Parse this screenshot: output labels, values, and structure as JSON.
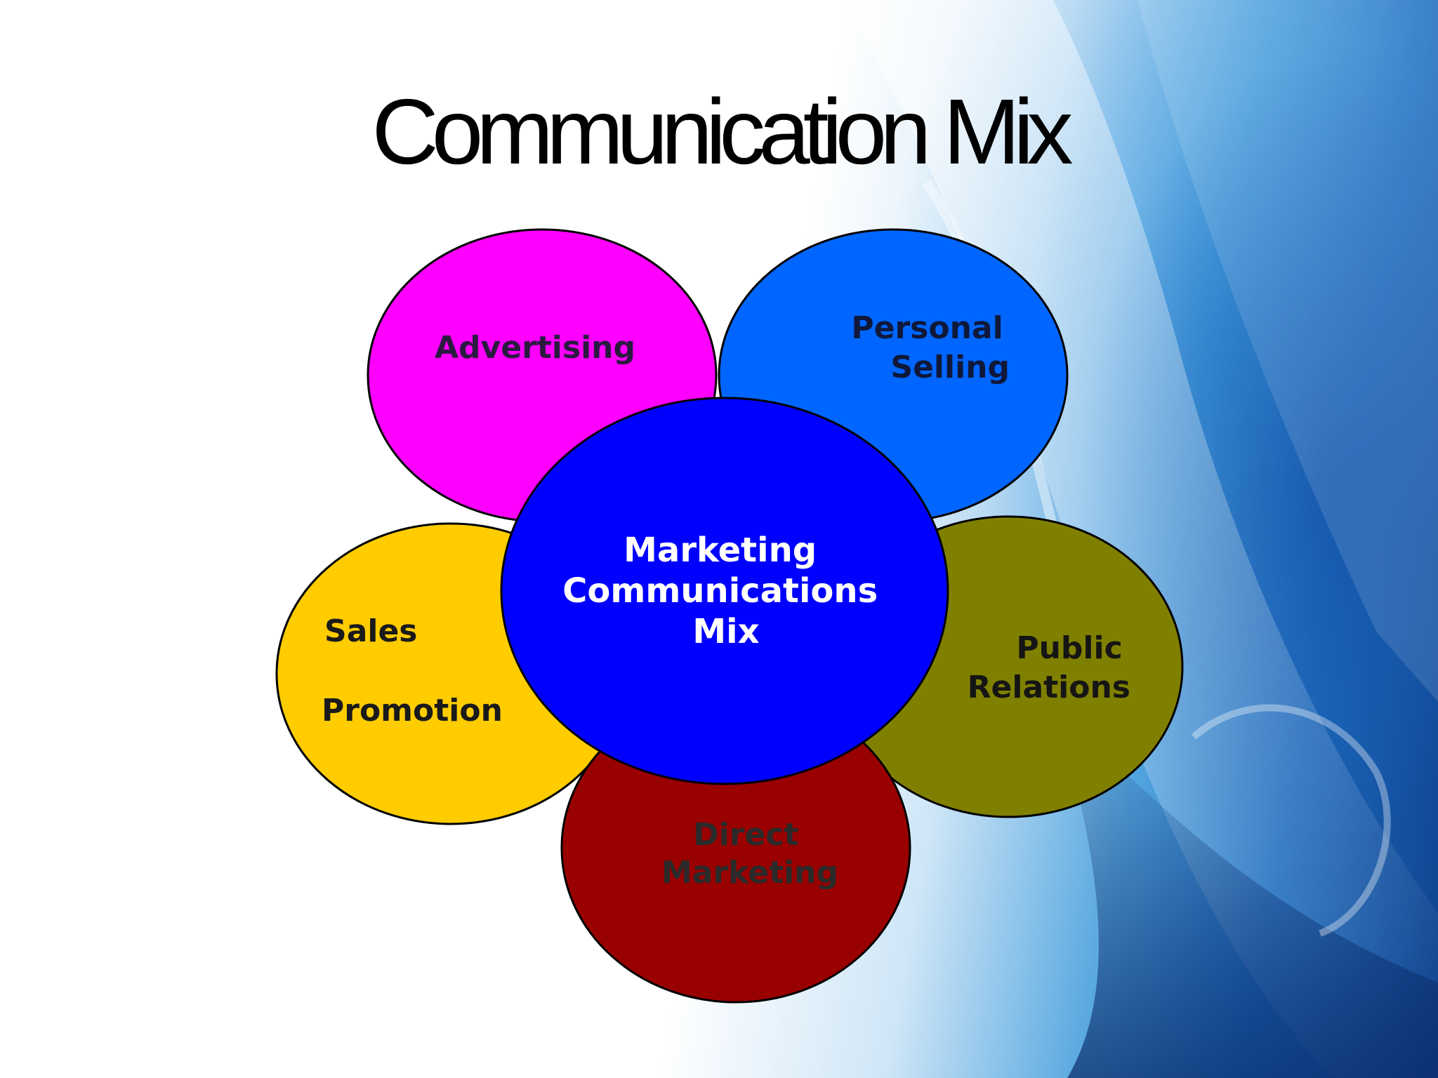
{
  "slide": {
    "title": "Communication Mix"
  },
  "diagram": {
    "center": {
      "lines": [
        "Marketing",
        "Communications",
        "Mix"
      ],
      "fill": "#0000ff",
      "text_color": "#ffffff"
    },
    "petals": [
      {
        "id": "advertising",
        "lines": [
          "Advertising"
        ],
        "fill": "#ff00ff",
        "text_color": "#2a1a40"
      },
      {
        "id": "personal-selling",
        "lines": [
          "Personal",
          "Selling"
        ],
        "fill": "#0066ff",
        "text_color": "#10183a"
      },
      {
        "id": "sales-promotion",
        "lines": [
          "Sales",
          "Promotion"
        ],
        "fill": "#ffcc00",
        "text_color": "#1a1a1a"
      },
      {
        "id": "public-relations",
        "lines": [
          "Public",
          "Relations"
        ],
        "fill": "#808000",
        "text_color": "#151515"
      },
      {
        "id": "direct-marketing",
        "lines": [
          "Direct",
          "Marketing"
        ],
        "fill": "#990000",
        "text_color": "#2a2a2a"
      }
    ]
  }
}
